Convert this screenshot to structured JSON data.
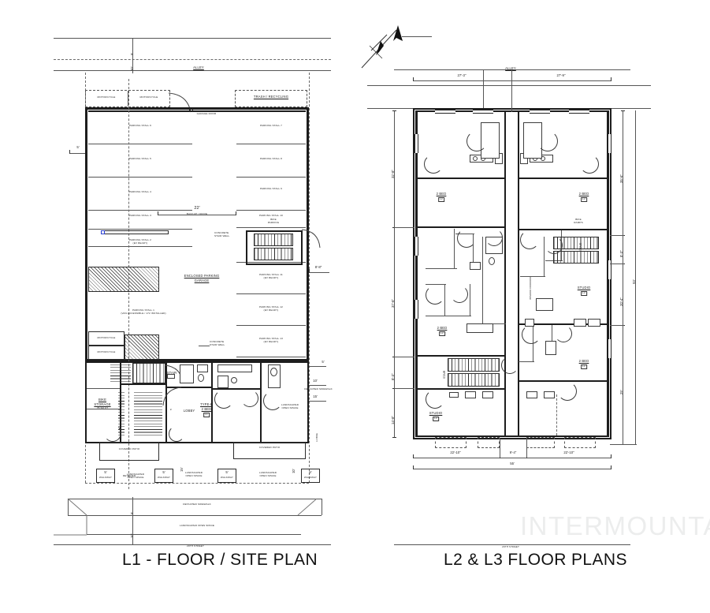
{
  "sheet": {
    "watermark": "INTERMOUNTAIN",
    "north_icon": "north-arrow-icon"
  },
  "titles": {
    "left": "L1 - FLOOR / SITE PLAN",
    "right": "L2 & L3 FLOOR PLANS"
  },
  "left_plan": {
    "name": "L1 - FLOOR / SITE PLAN",
    "alley_label": "ALLEY",
    "street_label": "29TH STREET",
    "garage_label_line1": "ENCLOSED PARKING",
    "garage_label_line2": "GARAGE",
    "trash_label": "TRASH / RECYCLING",
    "garage_door_label": "GARAGE DOOR",
    "motorcycle_label": "MOTORCYCLE",
    "bike_parking_label_line1": "BIKE",
    "bike_parking_label_line2": "PARKING",
    "concrete_stair_label_line1": "CONCRETE",
    "concrete_stair_label_line2": "STAIR WELL",
    "bike_storage_line1": "BIKE",
    "bike_storage_line2": "STORAGE",
    "bike_storage_line3": "75 SQ FT",
    "stair_label": "STAIR",
    "lobby_label": "LOBBY",
    "unit_type_line1": "TYPE-B",
    "unit_type_line2": "2 BED",
    "unit_type_line3": "L1",
    "covered_patio_label": "COVERED PATIO",
    "landscaped_label_line1": "LANDSCAPED",
    "landscaped_label_line2": "OPEN SPACE",
    "walkway_label": "WALKWAY",
    "detached_sidewalk_label": "DETACHED SIDEWALK",
    "landscaped_open_space_label": "LANDSCAPED OPEN SPACE",
    "lighted_stair_label_line1": "L1 BIKE",
    "lighted_stair_label_line2": "RETAINER",
    "drive_aisle_dim": "22'",
    "drive_aisle_note": "BACKUP / DRIVE",
    "ev_note": "(EV READY)",
    "accessible_aisle_note_line1": "PARKING STALL 1",
    "accessible_aisle_note_line2": "(VAN ACCESSIBLE / 172 INSTALLED)",
    "parking_stalls_left": [
      "PARKING STALL 6",
      "PARKING STALL 5",
      "PARKING STALL 4",
      "PARKING STALL 3",
      "PARKING STALL 2"
    ],
    "parking_stalls_right": [
      "PARKING STALL 7",
      "PARKING STALL 8",
      "PARKING STALL 9",
      "PARKING STALL 10",
      "PARKING STALL 11",
      "PARKING STALL 12",
      "PARKING STALL 13"
    ],
    "dims": {
      "alley_top": "5'",
      "alley_bottom": "10'",
      "setback_left": "5'",
      "stall_depth": "8'-8\"",
      "right_setback_a": "5'",
      "right_setback_b": "10'",
      "right_setback_c": "15'",
      "bottom_walkway": "5'",
      "bottom_landscape": "15'",
      "bottom_landscape2": "10'",
      "sidewalk_offset": "5'",
      "street_offset": "10'"
    }
  },
  "right_plan": {
    "name": "L2 & L3 FLOOR PLANS",
    "alley_label": "ALLEY",
    "street_label": "29TH STREET",
    "unit_labels": [
      {
        "label": "2 BED",
        "sub": "L2"
      },
      {
        "label": "2 BED",
        "sub": "L2"
      },
      {
        "label": "2 BED",
        "sub": "L2"
      },
      {
        "label": "STUDIO",
        "sub": "L2"
      },
      {
        "label": "2 BED",
        "sub": "L2"
      },
      {
        "label": "STUDIO",
        "sub": "L2"
      }
    ],
    "stair_label": "STAIR",
    "bike_ramp_label_line1": "BIKE",
    "bike_ramp_label_line2": "RAMPS",
    "corridor_label": "INTERIOR CORRIDOR",
    "dims_top": [
      "27'-3\"",
      "27'-9\""
    ],
    "dims_left": [
      "32'-8\"",
      "37'-6\"",
      "8'-3\"",
      "14'-8\""
    ],
    "dims_right": [
      "35'-6\"",
      "8'-3\"",
      "20'-4\"",
      "29'"
    ],
    "dim_right_overall": "93'",
    "dims_bottom": [
      "22'-10\"",
      "9'-4\"",
      "22'-10\""
    ],
    "dim_bottom_overall": "55'"
  }
}
